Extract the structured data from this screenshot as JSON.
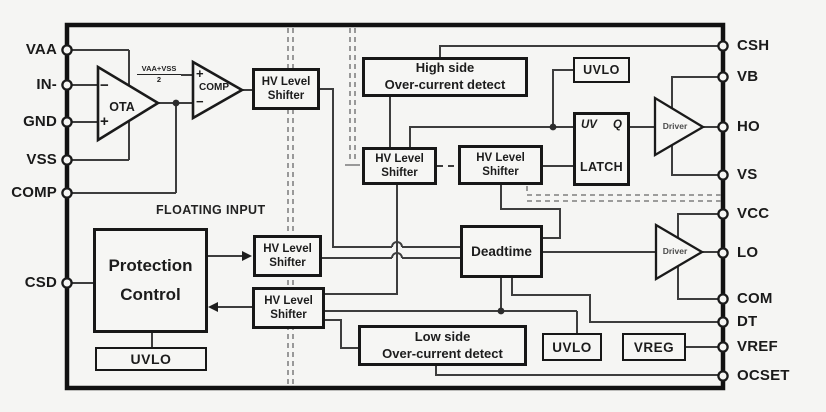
{
  "pins": {
    "left": [
      "VAA",
      "IN-",
      "GND",
      "VSS",
      "COMP",
      "CSD"
    ],
    "right": [
      "CSH",
      "VB",
      "HO",
      "VS",
      "VCC",
      "LO",
      "COM",
      "DT",
      "VREF",
      "OCSET"
    ]
  },
  "labels": {
    "floating_input": "FLOATING INPUT",
    "comp_ref_numerator": "VAA+VSS",
    "comp_ref_denominator": "2"
  },
  "blocks": {
    "ota": {
      "label": "OTA",
      "minus": "−",
      "plus": "+"
    },
    "comp": {
      "label": "COMP",
      "plus": "+",
      "minus": "−"
    },
    "hv_shifter": {
      "l1": "HV Level",
      "l2": "Shifter"
    },
    "high_ocd": {
      "l1": "High side",
      "l2": "Over-current detect"
    },
    "low_ocd": {
      "l1": "Low side",
      "l2": "Over-current detect"
    },
    "uvlo": "UVLO",
    "latch": {
      "uv": "UV",
      "q": "Q",
      "label": "LATCH"
    },
    "driver": "Driver",
    "deadtime": "Deadtime",
    "vreg": "VREG",
    "protection": {
      "l1": "Protection",
      "l2": "Control"
    }
  },
  "colors": {
    "background": "#f5f5f3",
    "wire": "#3d3d3d",
    "box_border": "#171717",
    "dashed_boundary": "#8f8f8f"
  }
}
